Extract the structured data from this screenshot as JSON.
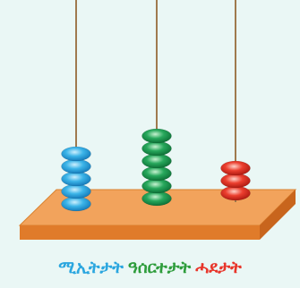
{
  "colors": {
    "background": "#eaf7f5",
    "rod": "#a07a4e",
    "base_top": "#f2a35c",
    "base_front": "#e07b2a",
    "base_side": "#c8651d",
    "bead_blue": "#2aa6df",
    "bead_green": "#1fa055",
    "bead_red": "#e8352a",
    "label_blue": "#2aa6df",
    "label_green": "#2e9d3c",
    "label_red": "#e8352a"
  },
  "abacus": {
    "rods": [
      {
        "name": "blue-rod",
        "bead_color": "bead_blue",
        "bead_count": 5
      },
      {
        "name": "green-rod",
        "bead_color": "bead_green",
        "bead_count": 6
      },
      {
        "name": "red-rod",
        "bead_color": "bead_red",
        "bead_count": 3
      }
    ]
  },
  "labels": {
    "first": "ሚኢትታት",
    "second": "ዓሰርተታት",
    "third": "ሓደታት"
  }
}
